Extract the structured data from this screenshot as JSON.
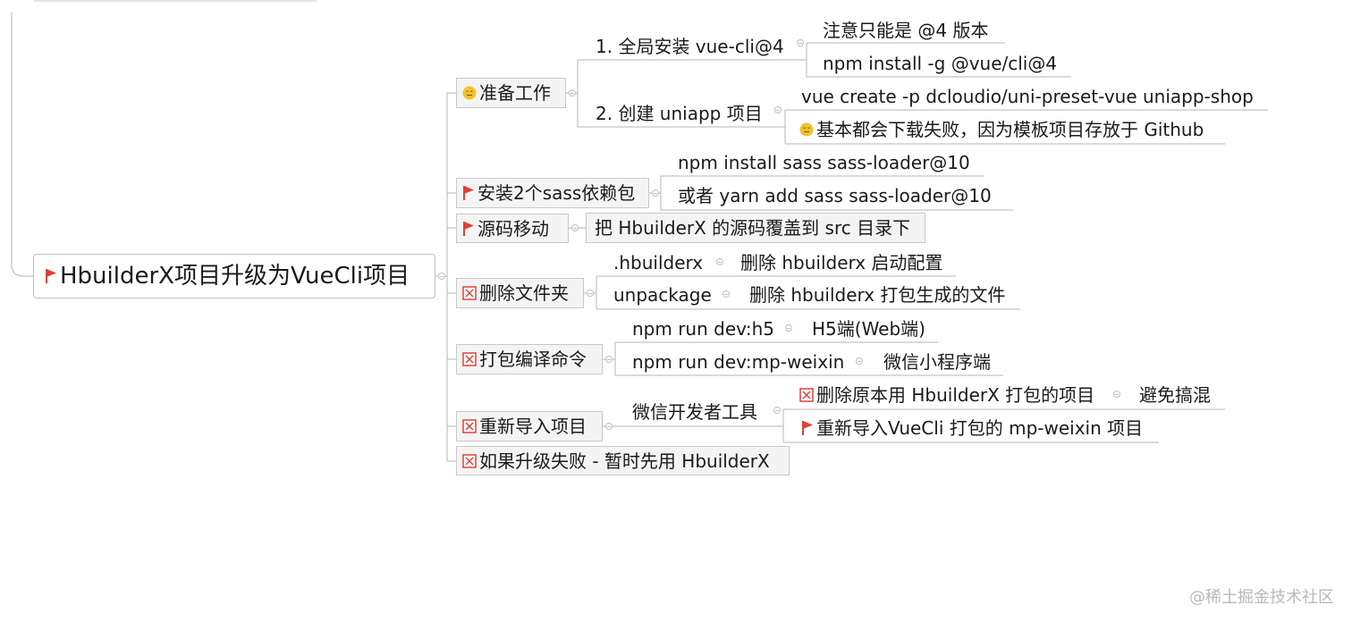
{
  "root": {
    "label": "HbuilderX项目升级为VueCli项目",
    "icon": "flag-icon"
  },
  "branches": [
    {
      "label": "准备工作",
      "icon": "smiley-face-icon",
      "children": [
        {
          "label": "1. 全局安装 vue-cli@4",
          "children": [
            {
              "label": "注意只能是 @4 版本"
            },
            {
              "label": "npm install -g @vue/cli@4"
            }
          ]
        },
        {
          "label": "2. 创建 uniapp 项目",
          "children": [
            {
              "label": "vue create -p dcloudio/uni-preset-vue uniapp-shop"
            },
            {
              "label": "基本都会下载失败，因为模板项目存放于 Github",
              "icon": "smiley-face-icon"
            }
          ]
        }
      ]
    },
    {
      "label": "安装2个sass依赖包",
      "icon": "flag-icon",
      "children": [
        {
          "label": "npm install  sass  sass-loader@10"
        },
        {
          "label": "或者  yarn add  sass  sass-loader@10"
        }
      ]
    },
    {
      "label": "源码移动",
      "icon": "flag-icon",
      "children": [
        {
          "label": "把 HbuilderX 的源码覆盖到 src 目录下"
        }
      ]
    },
    {
      "label": "删除文件夹",
      "icon": "cross-box-icon",
      "children": [
        {
          "label": ".hbuilderx",
          "children": [
            {
              "label": "删除 hbuilderx 启动配置"
            }
          ]
        },
        {
          "label": "unpackage",
          "children": [
            {
              "label": "删除 hbuilderx 打包生成的文件"
            }
          ]
        }
      ]
    },
    {
      "label": "打包编译命令",
      "icon": "cross-box-icon",
      "children": [
        {
          "label": "npm run dev:h5",
          "children": [
            {
              "label": "H5端(Web端)"
            }
          ]
        },
        {
          "label": "npm run dev:mp-weixin",
          "children": [
            {
              "label": "微信小程序端"
            }
          ]
        }
      ]
    },
    {
      "label": "重新导入项目",
      "icon": "cross-box-icon",
      "children": [
        {
          "label": "微信开发者工具",
          "children": [
            {
              "label": "删除原本用 HbuilderX 打包的项目",
              "icon": "cross-box-icon",
              "children": [
                {
                  "label": "避免搞混"
                }
              ]
            },
            {
              "label": "重新导入VueCli 打包的 mp-weixin 项目",
              "icon": "flag-icon"
            }
          ]
        }
      ]
    },
    {
      "label": "如果升级失败 - 暂时先用 HbuilderX",
      "icon": "cross-box-icon"
    }
  ],
  "watermark": "@稀土掘金技术社区",
  "colors": {
    "flag": "#e0403a",
    "face": "#f2c12e",
    "cross": "#e0403a",
    "line": "#b5b5b5",
    "box_bg": "#f4f4f4",
    "box_border": "#c8c8c8"
  }
}
